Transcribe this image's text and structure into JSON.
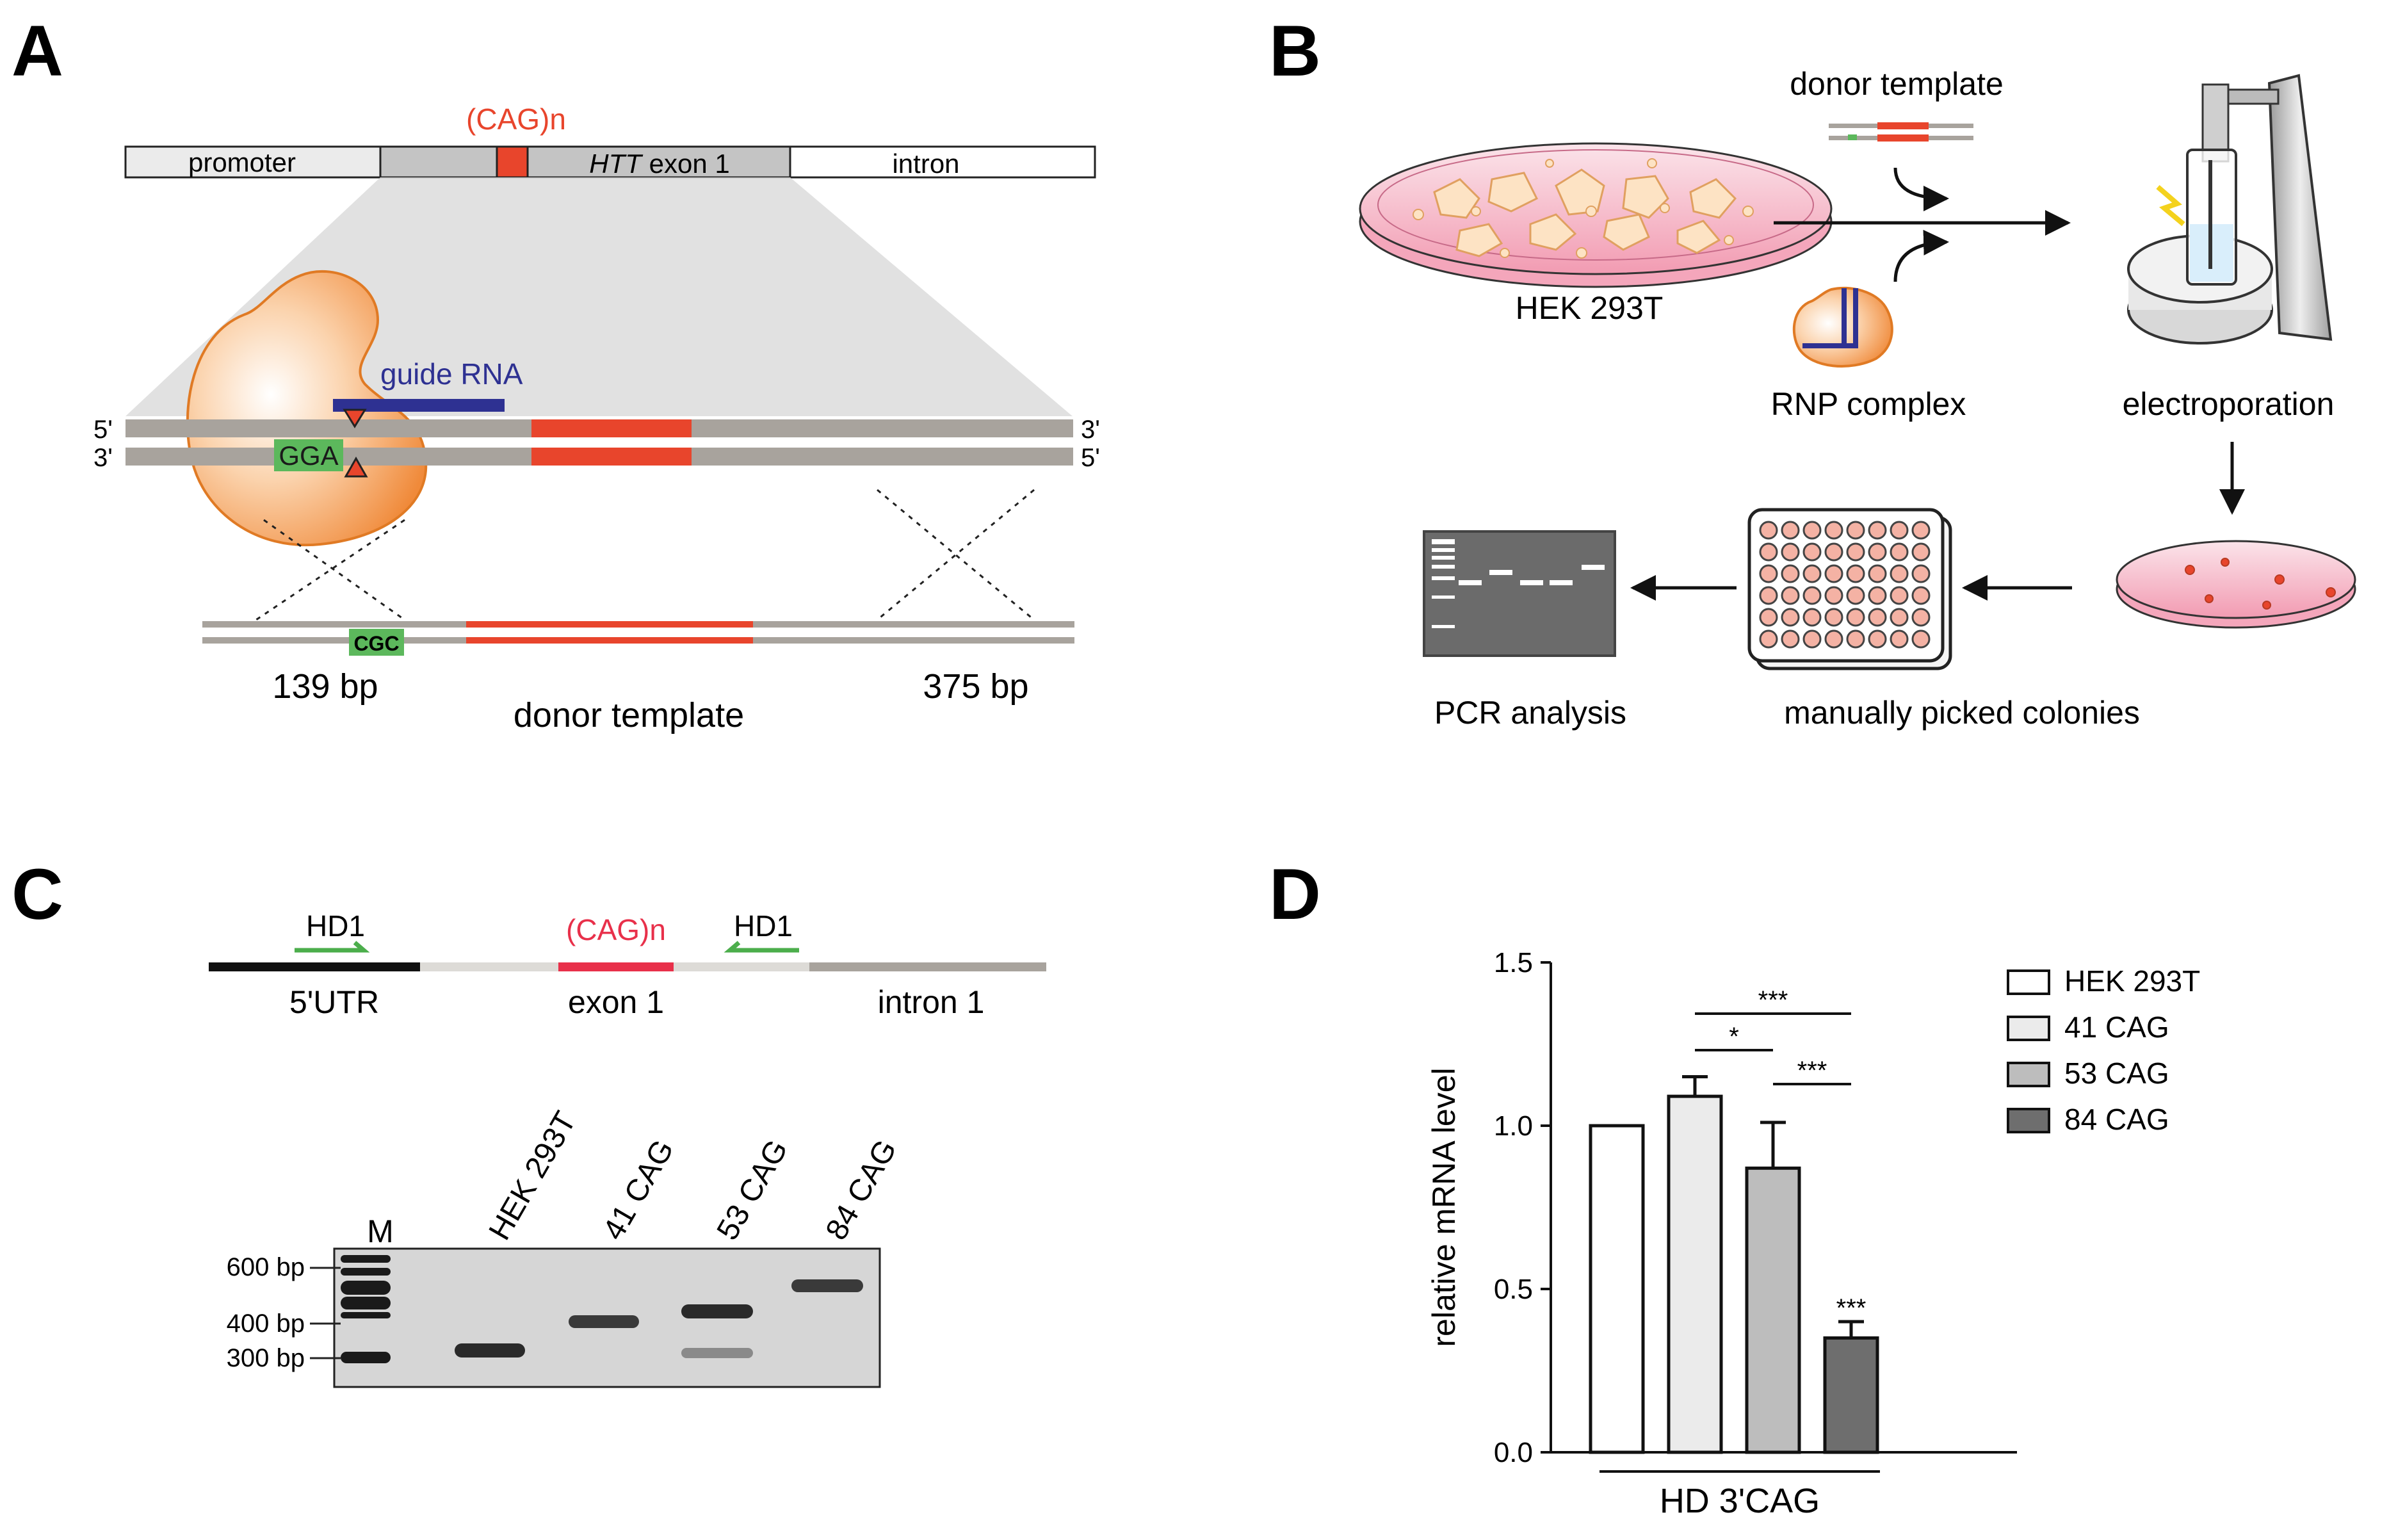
{
  "panel_a": {
    "letter": "A",
    "cag_label": "(CAG)n",
    "promoter_label": "promoter",
    "htt_italic": "HTT",
    "exon1_label": " exon 1",
    "intron_label": "intron",
    "guide_rna_label": "guide RNA",
    "five_prime": "5'",
    "three_prime": "3'",
    "pam_label": "GGA",
    "mutated_pam_label": "CGC",
    "left_arm_label": "139 bp",
    "right_arm_label": "375 bp",
    "donor_label": "donor template"
  },
  "panel_b": {
    "letter": "B",
    "donor_label": "donor template",
    "cells_label": "HEK 293T",
    "rnp_label": "RNP complex",
    "electroporation_label": "electroporation",
    "colonies_label": "manually picked colonies",
    "pcr_label": "PCR analysis"
  },
  "panel_c": {
    "letter": "C",
    "primer_fwd_label": "HD1",
    "primer_rev_label": "HD1",
    "cag_label": "(CAG)n",
    "utr_label": "5'UTR",
    "exon_label": "exon 1",
    "intron_label": "intron 1",
    "marker_label": "M",
    "lanes": [
      "HEK 293T",
      "41 CAG",
      "53 CAG",
      "84 CAG"
    ],
    "size_labels": [
      "600 bp",
      "400 bp",
      "300 bp"
    ]
  },
  "panel_d": {
    "letter": "D"
  },
  "colors": {
    "cas9_orange": "#f08a3a",
    "repeat_red": "#e8452c",
    "guide_blue": "#2e3192",
    "pam_green": "#5cb85c",
    "primer_green": "#4cae4c",
    "dna_gray": "#a8a39d"
  },
  "chart_data": {
    "type": "bar",
    "ylabel": "relative mRNA level",
    "xlabel": "HD 3'CAG",
    "ylim": [
      0,
      1.5
    ],
    "yticks": [
      "0.0",
      "0.5",
      "1.0",
      "1.5"
    ],
    "series": [
      {
        "name": "HEK 293T",
        "value": 1.0,
        "error": 0.0,
        "color": "#ffffff"
      },
      {
        "name": "41 CAG",
        "value": 1.09,
        "error": 0.06,
        "color": "#ebebeb"
      },
      {
        "name": "53 CAG",
        "value": 0.87,
        "error": 0.14,
        "color": "#bdbdbd"
      },
      {
        "name": "84 CAG",
        "value": 0.35,
        "error": 0.05,
        "color": "#6e6e6e"
      }
    ],
    "significance": [
      {
        "between": [
          "41 CAG",
          "84 CAG"
        ],
        "label": "***"
      },
      {
        "between": [
          "41 CAG",
          "53 CAG"
        ],
        "label": "*"
      },
      {
        "between": [
          "53 CAG",
          "84 CAG"
        ],
        "label": "***"
      }
    ],
    "bar_annotation": {
      "bar": "84 CAG",
      "label": "***"
    },
    "legend_position": "top-right"
  }
}
